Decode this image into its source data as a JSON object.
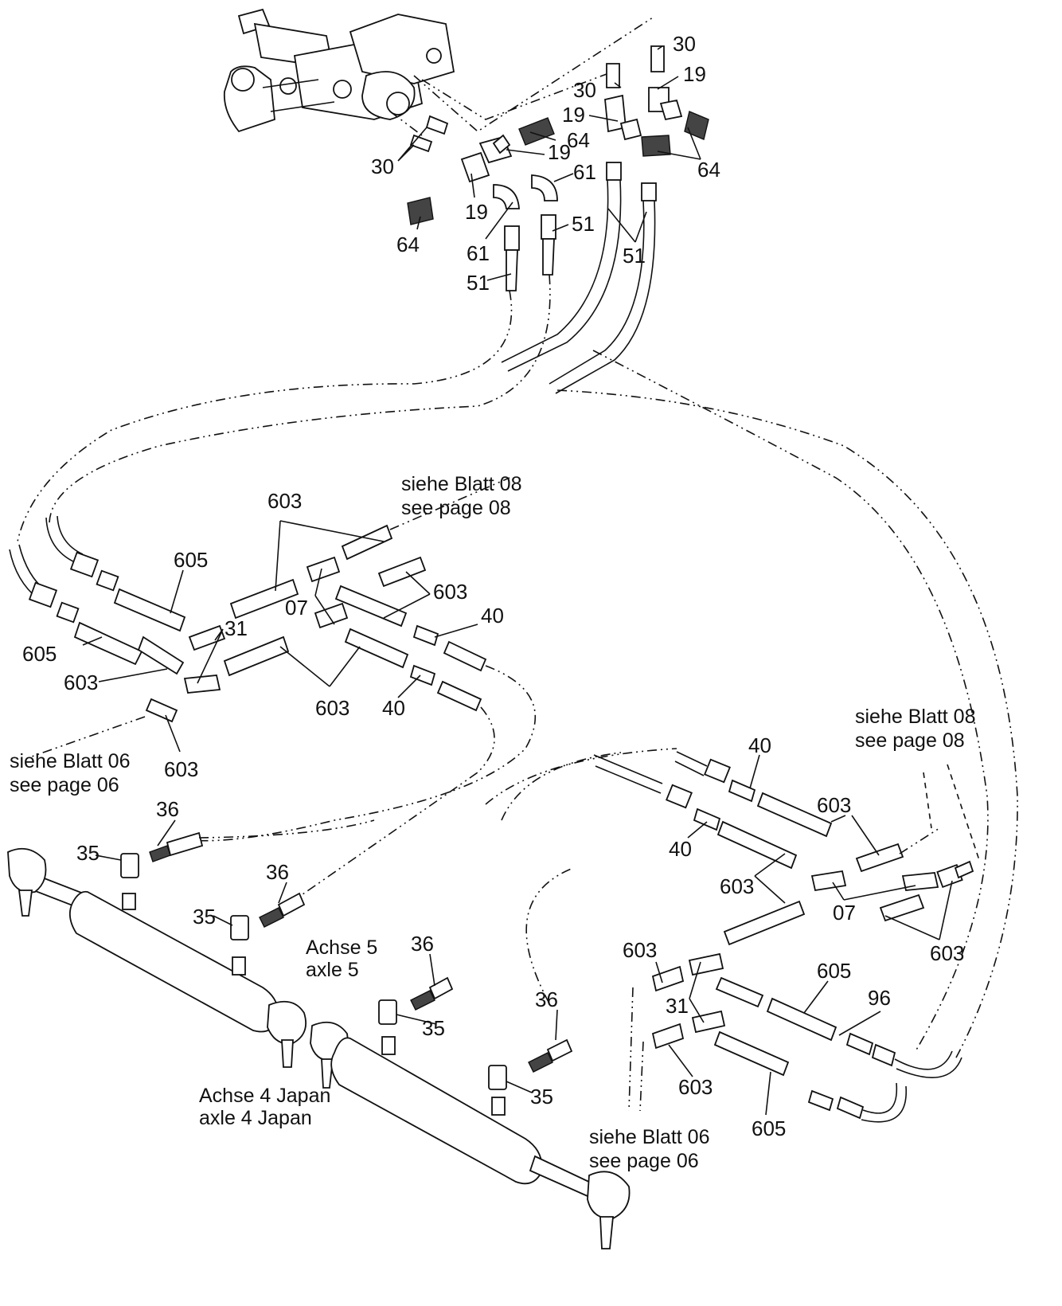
{
  "callouts": {
    "c30a": "30",
    "c30b": "30",
    "c30c": "30",
    "c19a": "19",
    "c19b": "19",
    "c19c": "19",
    "c19d": "19",
    "c64a": "64",
    "c64b": "64",
    "c64c": "64",
    "c61a": "61",
    "c61b": "61",
    "c51a": "51",
    "c51b": "51",
    "c51c": "51",
    "c603a": "603",
    "c603b": "603",
    "c603c": "603",
    "c603d": "603",
    "c603e": "603",
    "c603f": "603",
    "c603g": "603",
    "c603h": "603",
    "c603i": "603",
    "c603j": "603",
    "c605a": "605",
    "c605b": "605",
    "c605c": "605",
    "c605d": "605",
    "c07a": "07",
    "c07b": "07",
    "c40a": "40",
    "c40b": "40",
    "c40c": "40",
    "c40d": "40",
    "c31a": "31",
    "c31b": "31",
    "c36a": "36",
    "c36b": "36",
    "c36c": "36",
    "c36d": "36",
    "c35a": "35",
    "c35b": "35",
    "c35c": "35",
    "c35d": "35",
    "c96": "96"
  },
  "notes": {
    "blatt08_top": "siehe Blatt 08",
    "page08_top": "see page 08",
    "blatt06_left": "siehe Blatt 06",
    "page06_left": "see page 06",
    "blatt08_right": "siehe Blatt 08",
    "page08_right": "see page 08",
    "blatt06_bottom": "siehe Blatt 06",
    "page06_bottom": "see page 06",
    "achse5": "Achse 5",
    "axle5": "axle 5",
    "achse4": "Achse 4 Japan",
    "axle4": "axle 4 Japan"
  }
}
